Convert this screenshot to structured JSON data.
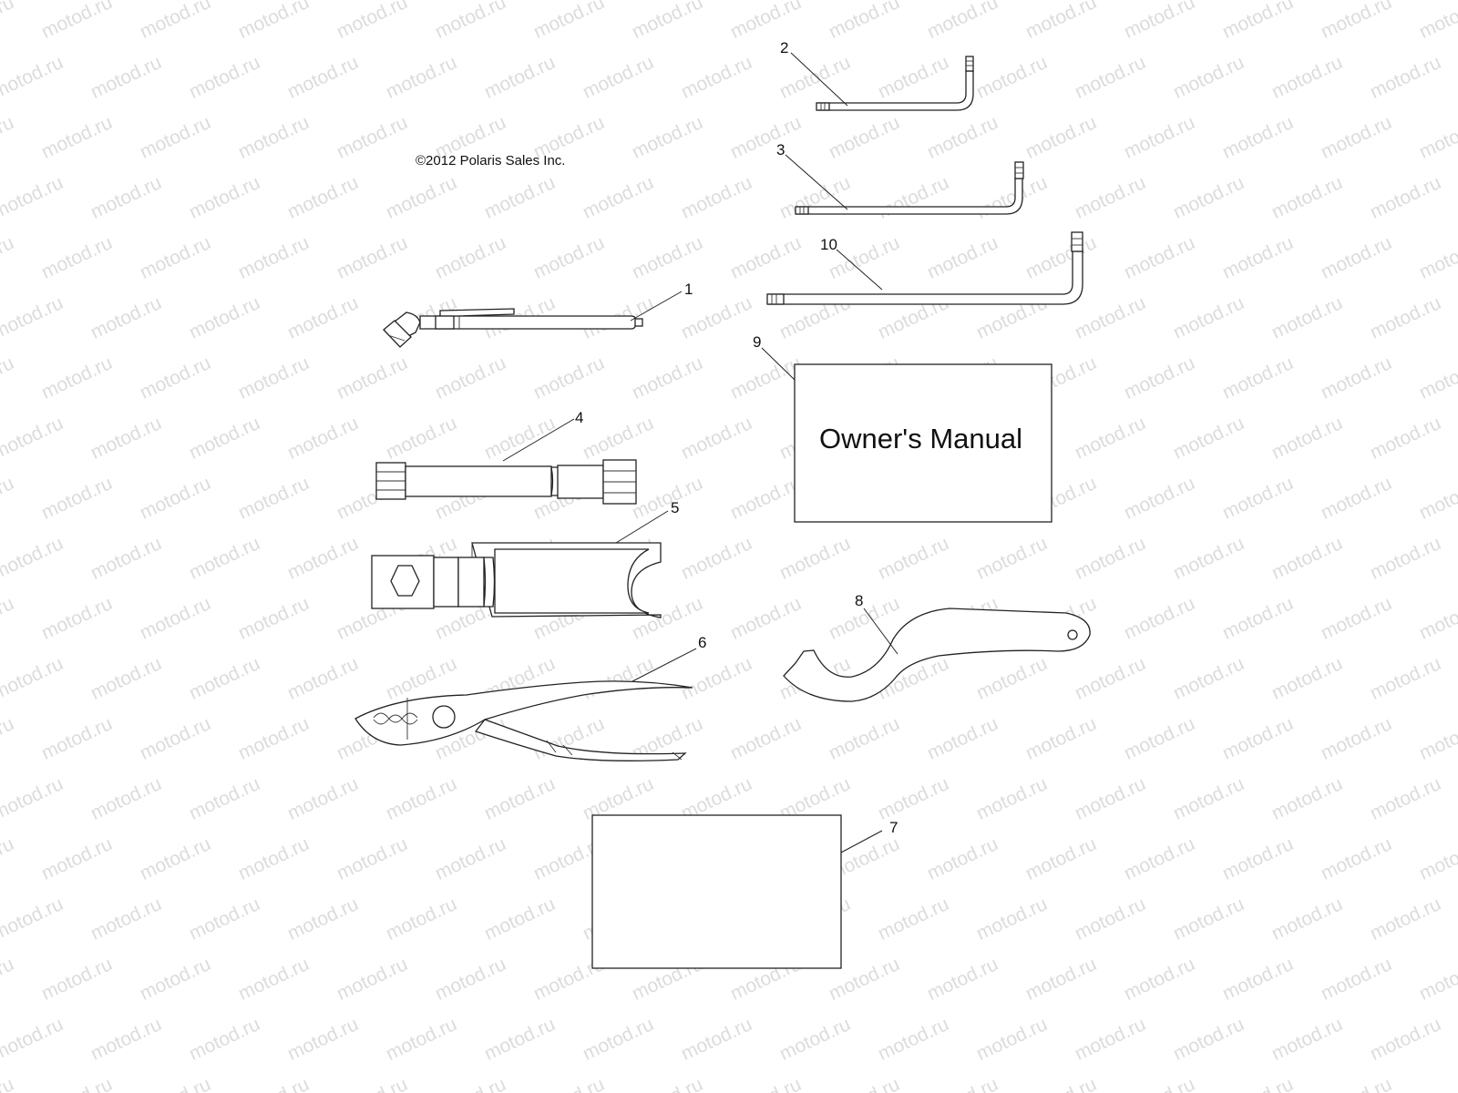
{
  "copyright": "©2012 Polaris Sales Inc.",
  "watermark": "motod.ru",
  "manual_title": "Owner's Manual",
  "callouts": {
    "c1": "1",
    "c2": "2",
    "c3": "3",
    "c4": "4",
    "c5": "5",
    "c6": "6",
    "c7": "7",
    "c8": "8",
    "c9": "9",
    "c10": "10"
  },
  "colors": {
    "background": "#ffffff",
    "line": "#222222",
    "watermark": "#dcdcdc"
  }
}
